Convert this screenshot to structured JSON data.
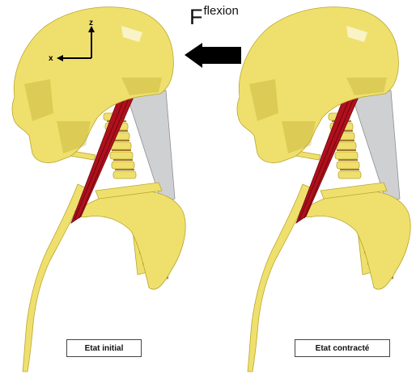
{
  "force": {
    "symbol": "F",
    "superscript": "flexion"
  },
  "axes": {
    "z": "z",
    "x": "x"
  },
  "states": {
    "initial": "Etat initial",
    "contracted": "Etat contracté"
  },
  "colors": {
    "bone": "#efe06e",
    "bone_dark": "#b9a62c",
    "muscle": "#b0101c",
    "muscle_dark": "#6e0810",
    "tendon_sheet": "#cfd0d2",
    "cartilage": "#a87a2c",
    "arrow": "#000000"
  }
}
